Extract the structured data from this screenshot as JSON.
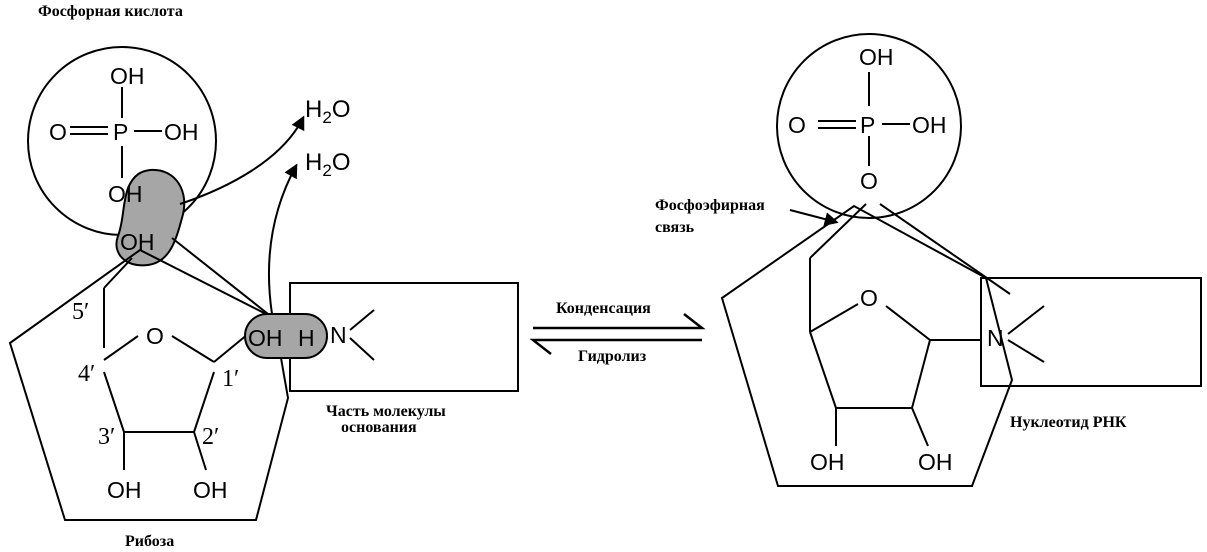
{
  "labels": {
    "phosphoric_acid": "Фосфорная кислота",
    "ribose": "Рибоза",
    "base_part_line1": "Часть молекулы",
    "base_part_line2": "основания",
    "condensation": "Конденсация",
    "hydrolysis": "Гидролиз",
    "phosphoester_line1": "Фосфоэфирная",
    "phosphoester_line2": "связь",
    "rna_nucleotide": "Нуклеотид РНК"
  },
  "left": {
    "oh_top": "OH",
    "o_double": "O",
    "p": "P",
    "oh_right": "OH",
    "oh_phosphate": "OH",
    "oh_sugar": "OH",
    "water_1": "H",
    "water_1_sub": "2",
    "water_1_o": "O",
    "water_2": "H",
    "water_2_sub": "2",
    "water_2_o": "O",
    "ring_o": "O",
    "c5": "5",
    "c4": "4",
    "c3": "3",
    "c2": "2",
    "c1": "1",
    "prime": "′",
    "oh_c1": "OH",
    "h_base": "H",
    "n_base": "N",
    "oh_c3": "OH",
    "oh_c2": "OH"
  },
  "right": {
    "oh_top": "OH",
    "o_double": "O",
    "p": "P",
    "oh_right": "OH",
    "o_bottom": "O",
    "ring_o": "O",
    "n_base": "N",
    "oh_c3": "OH",
    "oh_c2": "OH"
  }
}
